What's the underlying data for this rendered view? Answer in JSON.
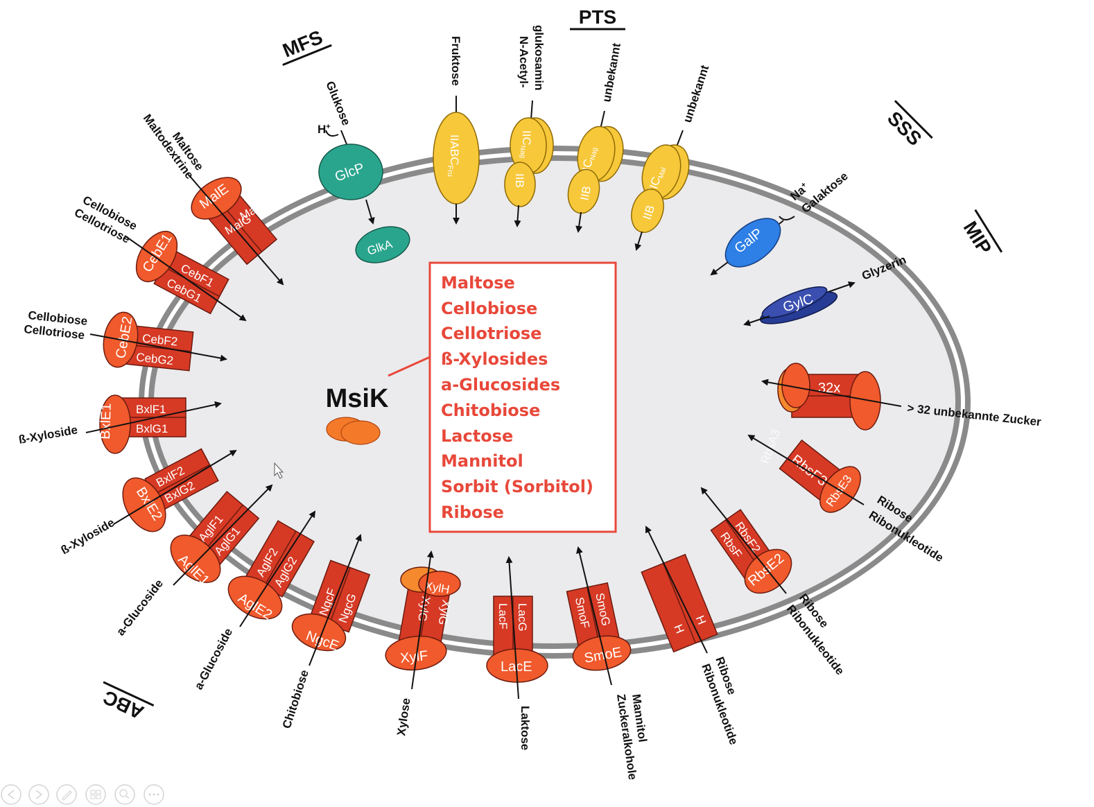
{
  "families": {
    "mfs": "MFS",
    "pts": "PTS",
    "sss": "SSS",
    "mip": "MIP",
    "abc": "ABC"
  },
  "msik": "MsiK",
  "substrate_box": [
    "Maltose",
    "Cellobiose",
    "Cellotriose",
    "ß-Xylosides",
    "a-Glucosides",
    "Chitobiose",
    "Lactose",
    "Mannitol",
    "Sorbit (Sorbitol)",
    "Ribose"
  ],
  "transporters": {
    "glcp": "GlcP",
    "glka": "GlkA",
    "iiabc_fru": "IIABC",
    "iiabc_fru_sub": "Fru",
    "iic_nag": "IIC",
    "iic_nag_sub": "Nag",
    "iib_nag": "IIB",
    "iic_nag2": "IIC",
    "iic_nag2_sub": "Nag",
    "iib_nag2": "IIB",
    "iic_mal": "IIC",
    "iic_mal_sub": "Mal",
    "iib_mal": "IIB",
    "galp": "GalP",
    "glyc": "GylC",
    "x32": "32x",
    "rbsa3": "RbsA3",
    "rbsf3": "RbsF3",
    "rbse3": "RbsE3",
    "rbsf2": "RbsF2",
    "rbsf_a": "RbsF",
    "rbse2": "RbsE2",
    "h1": "H",
    "h2": "H",
    "smoe": "SmoE",
    "smof": "SmoF",
    "smog": "SmoG",
    "lace": "LacE",
    "lacf": "LacF",
    "lacg": "LacG",
    "xylf": "XylF",
    "xylg1": "XylG",
    "xylg2": "XylG",
    "xylh": "XylH",
    "ngce": "NgcE",
    "ngcf": "NgcF",
    "ngcg": "NgcG",
    "agle2": "AglE2",
    "aglf2": "AglF2",
    "aglg2": "AglG2",
    "agle1": "AglE1",
    "aglf1": "AglF1",
    "aglg1": "AglG1",
    "bxle2": "BxlE2",
    "bxlf2": "BxlF2",
    "bxlg2": "BxlG2",
    "bxle1": "BxlE1",
    "bxlf1": "BxlF1",
    "bxlg1": "BxlG1",
    "cebe2": "CebE2",
    "cebf2": "CebF2",
    "cebg2": "CebG2",
    "cebe1": "CebE1",
    "cebf1": "CebF1",
    "cebg1": "CebG1",
    "male": "MalE",
    "malf": "MalF",
    "malg": "MalG"
  },
  "substrates": {
    "glucose": "Glukose",
    "h_plus": "H",
    "fructose": "Fruktose",
    "nacetyl_1": "N-Acetyl-",
    "nacetyl_2": "glukosamin",
    "unknown1": "unbekannt",
    "unknown2": "unbekannt",
    "na": "Na",
    "galactose": "Galaktose",
    "glycerol": "Glyzerin",
    "unknown32": "> 32 unbekannte Zucker",
    "ribose_a": "Ribose",
    "ribonuc_a": "Ribonukleotide",
    "ribose_b": "Ribose",
    "ribonuc_b": "Ribonukleotide",
    "ribose_c": "Ribose",
    "ribonuc_c": "Ribonukleotide",
    "mannitol": "Mannitol",
    "sugar_alcohols": "Zuckeralkohole",
    "lactose": "Laktose",
    "xylose": "Xylose",
    "chitobiose": "Chitobiose",
    "aglucoside_a": "a-Glucoside",
    "aglucoside_b": "a-Glucoside",
    "bxyloside_a": "ß-Xyloside",
    "bxyloside_b": "ß-Xyloside",
    "cellobiose_a": "Cellobiose",
    "cellotriose_a": "Cellotriose",
    "cellobiose_b": "Cellobiose",
    "cellotriose_b": "Cellotriose",
    "maltose": "Maltose",
    "maltodextrine": "Maltodextrine"
  },
  "colors": {
    "abc": "#d63a25",
    "abc_light": "#f05a2c",
    "pts": "#f7c83a",
    "glcp": "#2aa58d",
    "galp": "#2e7fe6",
    "glyc": "#273c94",
    "box": "#e8483a",
    "membrane": "#8a8a8a",
    "cytoplasm": "#ebebed"
  }
}
